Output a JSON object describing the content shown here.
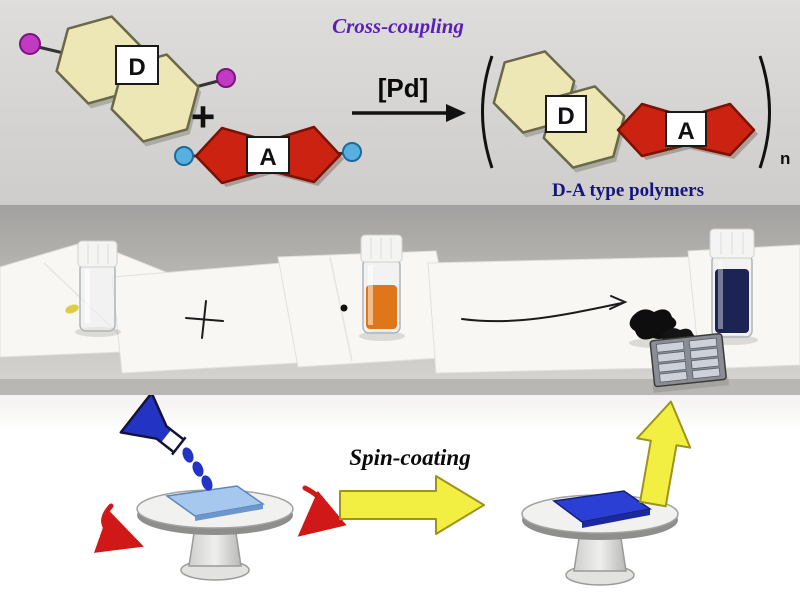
{
  "scheme": {
    "title": "Cross-coupling",
    "catalyst": "[Pd]",
    "plus": "+",
    "donor": {
      "label": "D"
    },
    "acceptor": {
      "label": "A"
    },
    "polymer": {
      "donor_label": "D",
      "acceptor_label": "A",
      "subscript": "n",
      "caption": "D-A type polymers"
    }
  },
  "process": {
    "label": "Spin-coating"
  },
  "colors": {
    "donor_fill": "#ece7b4",
    "donor_end": "#c23ac2",
    "acceptor_fill": "#cc2211",
    "acceptor_end": "#58b0e0",
    "title_purple": "#5a1fb5",
    "caption_navy": "#15157e",
    "arrow_yellow": "#f3ef42",
    "solution_orange": "#e0761a",
    "solution_navy": "#1b2452",
    "flask_blue": "#2334c4",
    "film_light_blue": "#a6c8ee",
    "film_dark_blue": "#2b3fd4"
  }
}
